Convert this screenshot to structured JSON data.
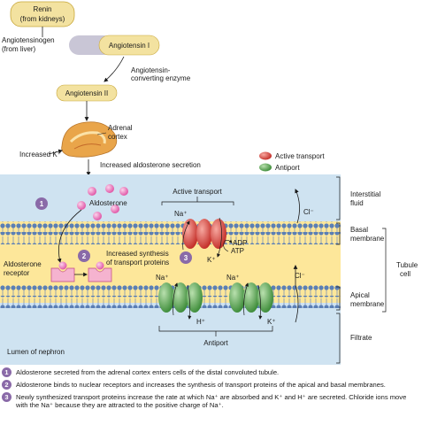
{
  "colors": {
    "flowchart_box": "#f3e2a0",
    "flowchart_box_dark": "#c8a73a",
    "enzyme_box": "#c9c6d6",
    "interstitial_blue": "#cfe3f1",
    "cytoplasm_yellow": "#fde79a",
    "filtrate_blue": "#cfe3f1",
    "lipid_head": "#5b7fb5",
    "active_transport_red": "#d9403a",
    "antiport_green": "#4e9a47",
    "aldosterone_pink": "#e870b8",
    "receptor_pink": "#f5b3cf",
    "step_badge": "#8a6aa8"
  },
  "flowchart": {
    "renin": "Renin",
    "renin_source": "(from kidneys)",
    "angiotensinogen": "Angiotensinogen",
    "angiotensinogen_source": "(from liver)",
    "angiotensin_i": "Angiotensin I",
    "ace_line1": "Angiotensin-",
    "ace_line2": "converting enzyme",
    "angiotensin_ii": "Angiotensin II"
  },
  "adrenal": {
    "label_line1": "Adrenal",
    "label_line2": "cortex",
    "increased_k": "Increased K⁺",
    "increased_aldosterone": "Increased aldosterone secretion"
  },
  "legend": {
    "active_transport": "Active transport",
    "antiport": "Antiport"
  },
  "cell": {
    "aldosterone": "Aldosterone",
    "aldosterone_receptor_line1": "Aldosterone",
    "aldosterone_receptor_line2": "receptor",
    "increased_synthesis_line1": "Increased synthesis",
    "increased_synthesis_line2": "of transport proteins",
    "active_transport_bracket": "Active transport",
    "antiport_bracket": "Antiport",
    "na_top": "Na⁺",
    "adp": "ADP",
    "atp": "ATP",
    "k_top": "K⁺",
    "na_left": "Na⁺",
    "na_right": "Na⁺",
    "h_plus": "H⁺",
    "k_lower": "K⁺",
    "cl_top": "Cl⁻",
    "cl_lower": "Cl⁻",
    "lumen": "Lumen of nephron",
    "step1": "1",
    "step2": "2",
    "step3": "3"
  },
  "regions": {
    "interstitial_line1": "Interstitial",
    "interstitial_line2": "fluid",
    "basal_line1": "Basal",
    "basal_line2": "membrane",
    "tubule_line1": "Tubule",
    "tubule_line2": "cell",
    "apical_line1": "Apical",
    "apical_line2": "membrane",
    "filtrate": "Filtrate"
  },
  "captions": [
    {
      "num": "1",
      "text": "Aldosterone secreted from the adrenal cortex enters cells of the distal convoluted tubule."
    },
    {
      "num": "2",
      "text": "Aldosterone binds to nuclear receptors and increases the synthesis of transport proteins of the apical and basal membranes."
    },
    {
      "num": "3",
      "text": "Newly synthesized transport proteins increase the rate at which Na⁺ are absorbed and K⁺ and H⁺ are secreted. Chloride ions move with the Na⁺ because they are attracted to the positive charge of Na⁺."
    }
  ]
}
